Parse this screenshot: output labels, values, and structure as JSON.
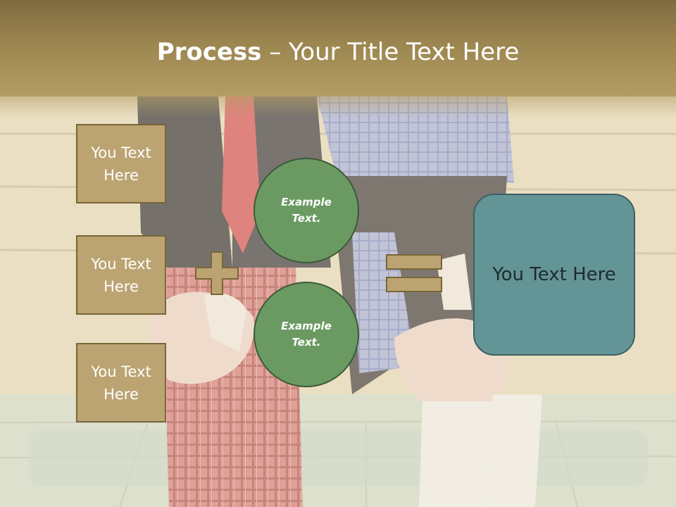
{
  "title": {
    "strong": "Process",
    "rest": " – Your Title Text Here"
  },
  "left_boxes": [
    {
      "label": "You Text Here"
    },
    {
      "label": "You Text Here"
    },
    {
      "label": "You Text Here"
    }
  ],
  "circles": [
    {
      "label": "Example Text."
    },
    {
      "label": "Example Text."
    }
  ],
  "result": {
    "label": "You Text Here"
  },
  "colors": {
    "header": "#9c8650",
    "side_box": "#bba472",
    "circle": "#6a9a62",
    "result_box": "#649596"
  }
}
